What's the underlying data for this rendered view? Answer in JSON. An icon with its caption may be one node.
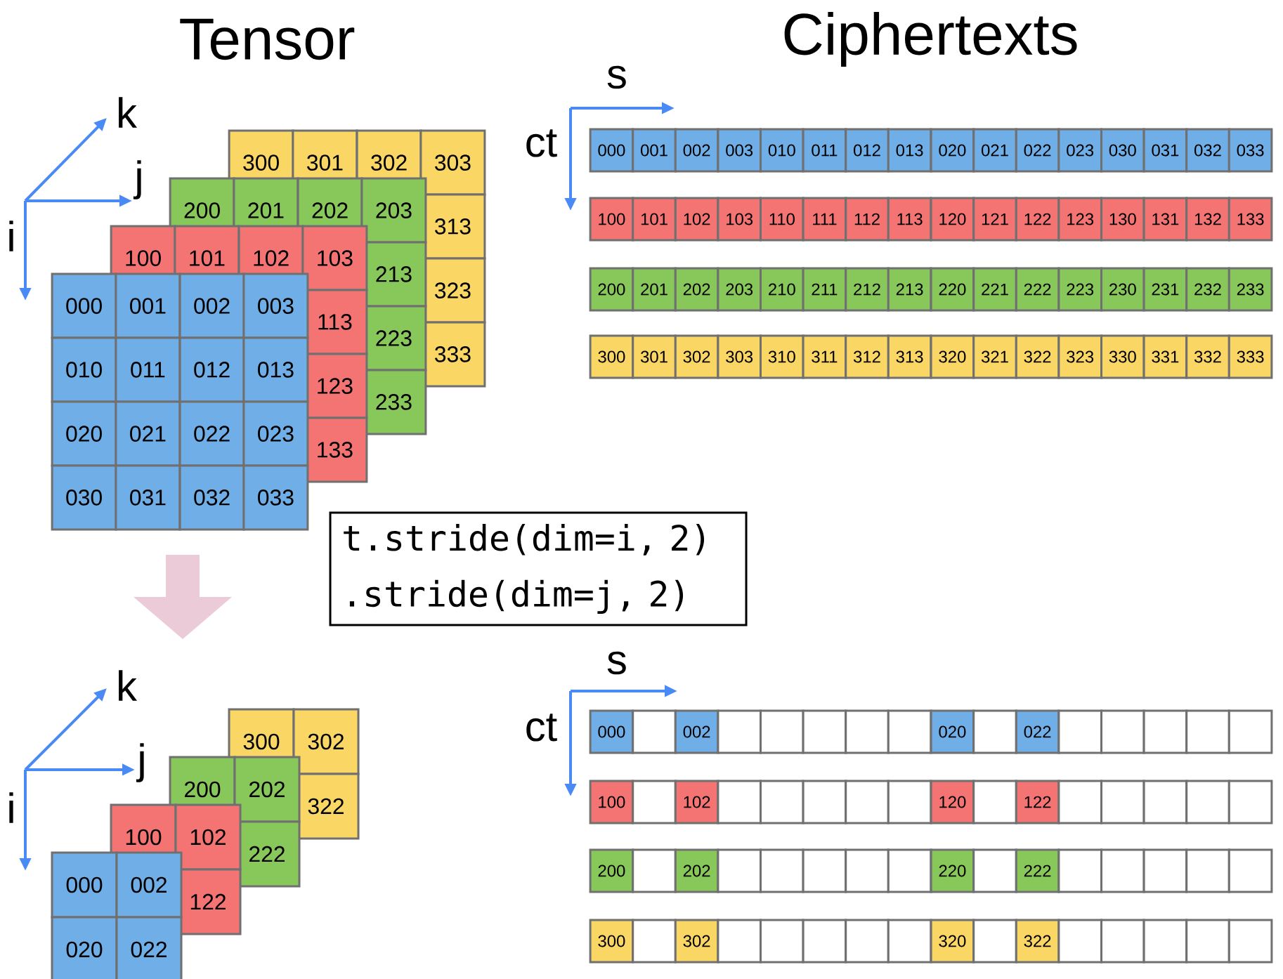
{
  "diagram": {
    "nodes": [
      {
        "text": [
          "t.stride(dim=i, 2) .stride(dim=j, 2)"
        ]
      }
    ],
    "edges": [],
    "labels": [
      "Tensor",
      "Ciphertexts",
      "k",
      "j",
      "i",
      "s",
      "ct",
      "300",
      "301",
      "302",
      "303",
      "313",
      "323",
      "333",
      "200",
      "201",
      "202",
      "203",
      "213",
      "223",
      "233",
      "100",
      "101",
      "102",
      "103",
      "113",
      "123",
      "133",
      "000",
      "001",
      "002",
      "003",
      "010",
      "011",
      "012",
      "013",
      "020",
      "021",
      "022",
      "023",
      "030",
      "031",
      "032",
      "033",
      "000",
      "001",
      "002",
      "003",
      "010",
      "011",
      "012",
      "013",
      "020",
      "021",
      "022",
      "023",
      "030",
      "031",
      "032",
      "033",
      "100",
      "101",
      "102",
      "103",
      "110",
      "111",
      "112",
      "113",
      "120",
      "121",
      "122",
      "123",
      "130",
      "131",
      "132",
      "133",
      "200",
      "201",
      "202",
      "203",
      "210",
      "211",
      "212",
      "213",
      "220",
      "221",
      "222",
      "223",
      "230",
      "231",
      "232",
      "233",
      "300",
      "301",
      "302",
      "303",
      "310",
      "311",
      "312",
      "313",
      "320",
      "321",
      "322",
      "323",
      "330",
      "331",
      "332",
      "333",
      "k",
      "j",
      "i",
      "s",
      "ct",
      "300",
      "302",
      "322",
      "200",
      "202",
      "222",
      "100",
      "102",
      "122",
      "000",
      "002",
      "020",
      "022",
      "000",
      "002",
      "020",
      "022",
      "100",
      "102",
      "120",
      "122",
      "200",
      "202",
      "220",
      "222",
      "300",
      "302",
      "320",
      "322"
    ]
  }
}
